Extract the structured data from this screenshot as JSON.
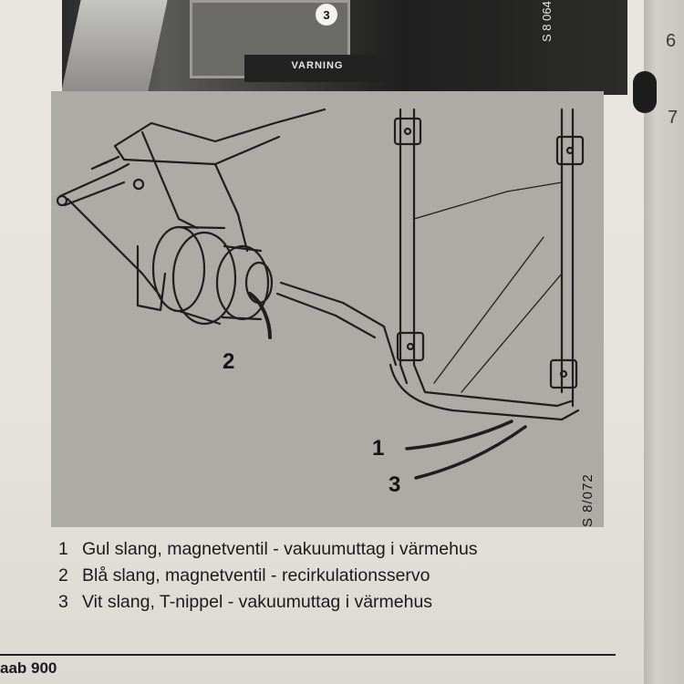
{
  "photo": {
    "callout": "3",
    "warning_label": "VARNING",
    "code": "S 8 064"
  },
  "figure": {
    "code": "S 8/072",
    "markers": [
      "1",
      "2",
      "3"
    ]
  },
  "legend": [
    {
      "num": "1",
      "text": "Gul slang, magnetventil - vakuumuttag i värmehus"
    },
    {
      "num": "2",
      "text": "Blå slang, magnetventil - recirkulationsservo"
    },
    {
      "num": "3",
      "text": "Vit slang, T-nippel - vakuumuttag i värmehus"
    }
  ],
  "footer": {
    "text": "aab 900"
  },
  "adjacent_page": {
    "numbers": [
      "6",
      "7"
    ]
  }
}
